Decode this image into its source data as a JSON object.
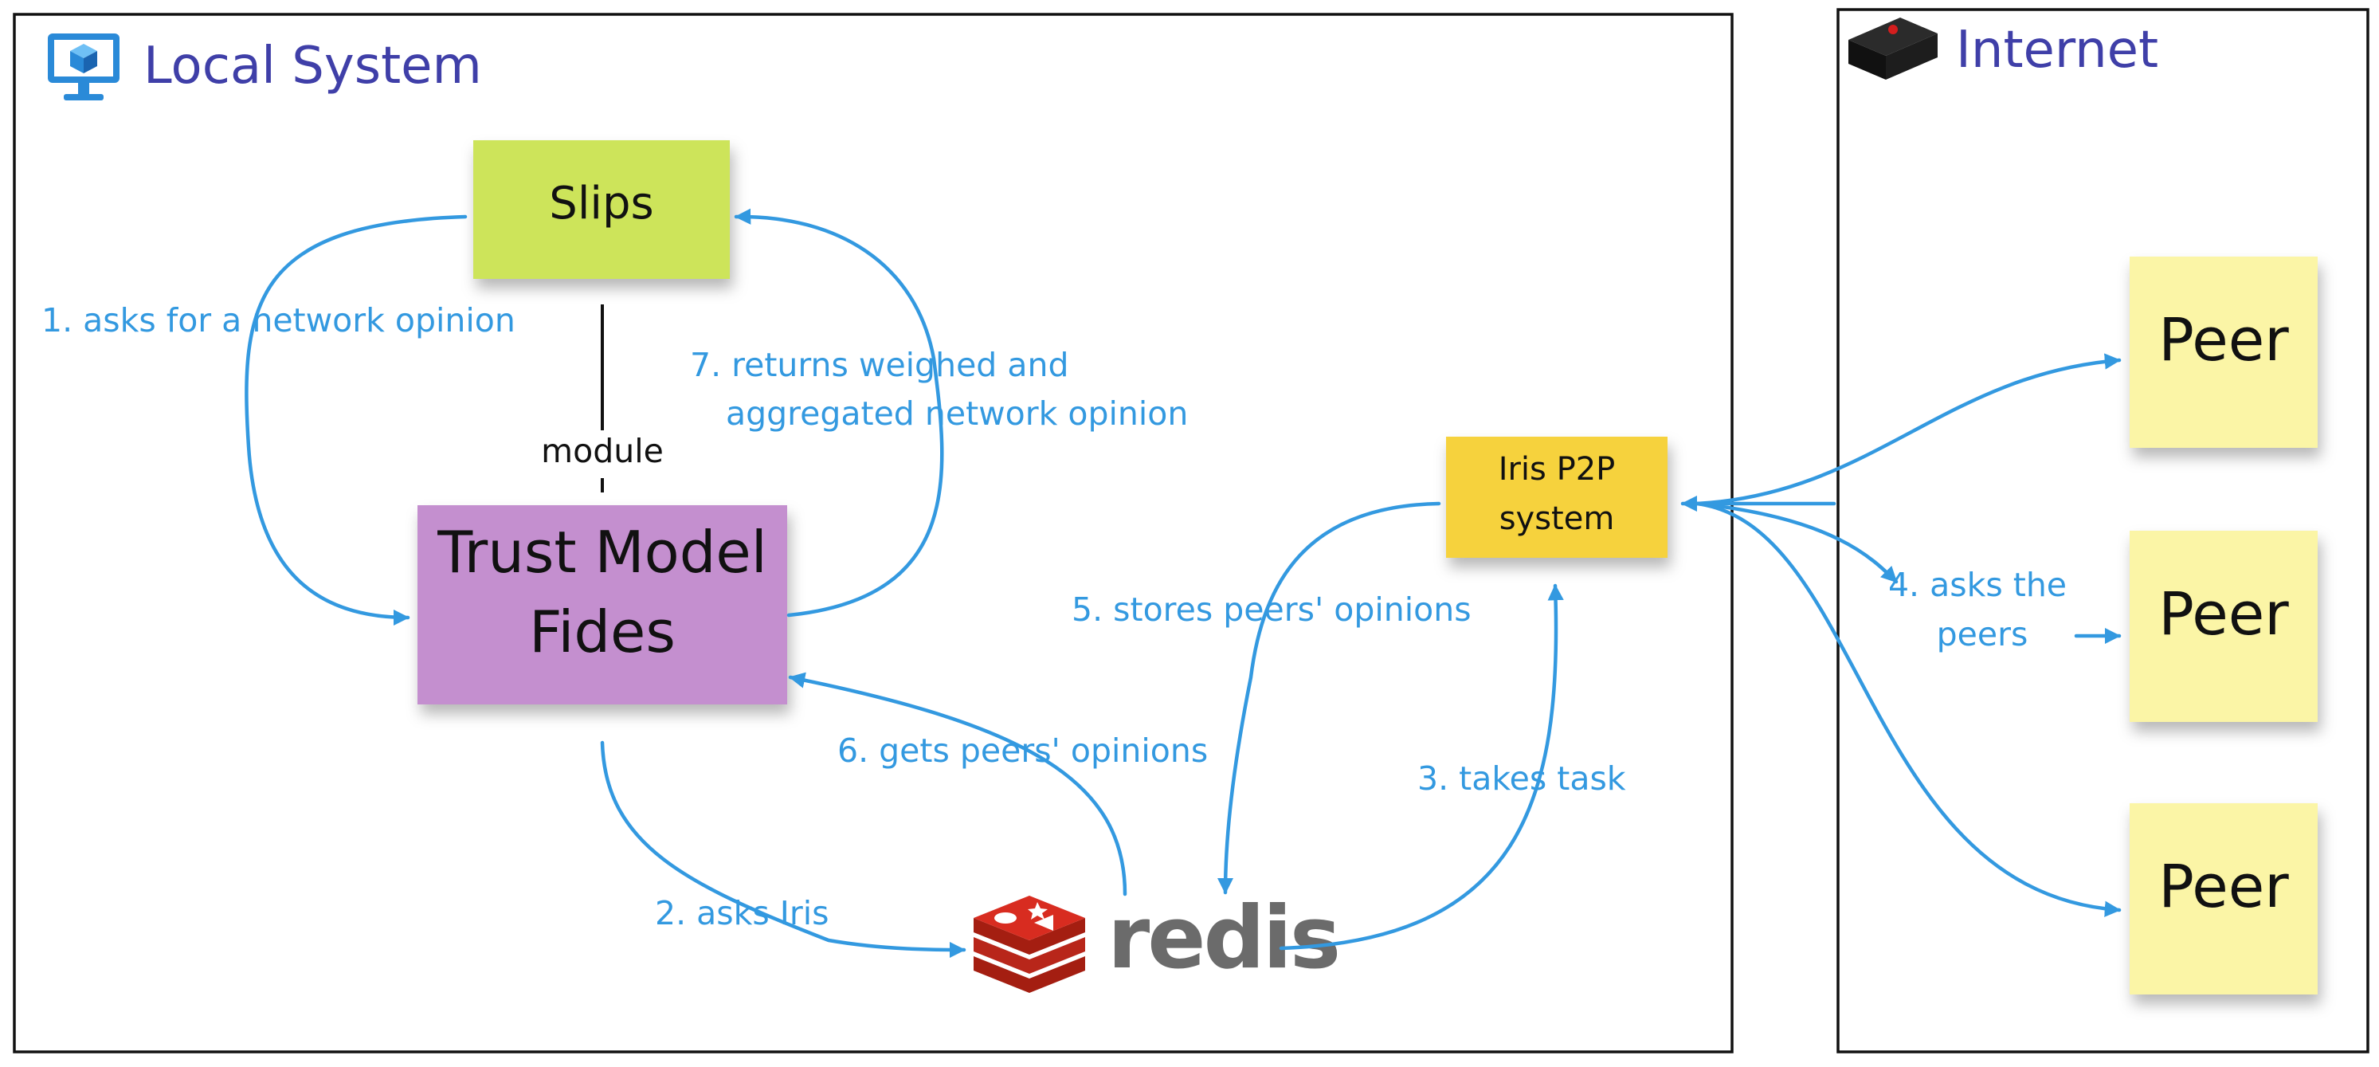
{
  "sections": {
    "local": {
      "title": "Local System",
      "icon": "monitor-icon"
    },
    "internet": {
      "title": "Internet",
      "icon": "router-icon"
    }
  },
  "nodes": {
    "slips": {
      "label": "Slips",
      "color": "#cde45a"
    },
    "fides": {
      "line1": "Trust Model",
      "line2": "Fides",
      "color": "#c48fcf"
    },
    "iris": {
      "line1": "Iris P2P",
      "line2": "system",
      "color": "#f6d23c"
    },
    "redis": {
      "label": "redis",
      "icon": "redis-logo-icon"
    },
    "peers": [
      {
        "label": "Peer",
        "color": "#fbf5a6"
      },
      {
        "label": "Peer",
        "color": "#fbf5a6"
      },
      {
        "label": "Peer",
        "color": "#fbf5a6"
      }
    ],
    "module_label": "module"
  },
  "edges": {
    "e1": "1. asks for a network opinion",
    "e2": "2. asks Iris",
    "e3": "3. takes task",
    "e4_line1": "4. asks the",
    "e4_line2": "peers",
    "e5": "5. stores peers' opinions",
    "e6": "6. gets peers' opinions",
    "e7_line1": "7. returns weighed and",
    "e7_line2": "aggregated network opinion"
  },
  "colors": {
    "arrow": "#3399e0",
    "section_title": "#3f3fa8",
    "redis_red": "#d82c20"
  }
}
